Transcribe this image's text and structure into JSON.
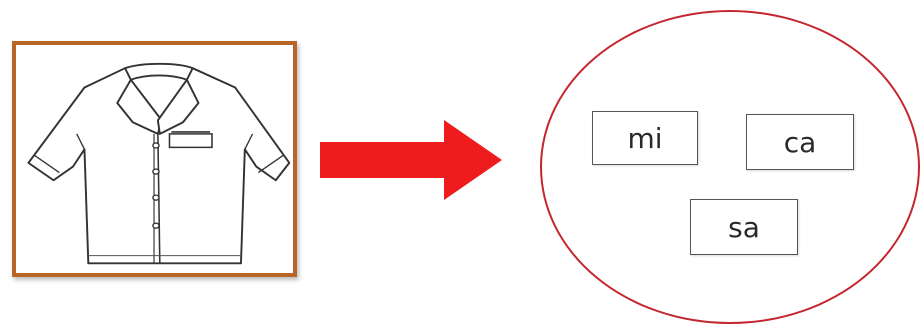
{
  "picture": {
    "icon": "shirt-icon",
    "frame_color": "#b8652a"
  },
  "arrow": {
    "icon": "arrow-right-icon",
    "color": "#ee1c1c"
  },
  "bubble": {
    "border_color": "#c4262e"
  },
  "syllables": [
    {
      "text": "mi"
    },
    {
      "text": "ca"
    },
    {
      "text": "sa"
    }
  ]
}
